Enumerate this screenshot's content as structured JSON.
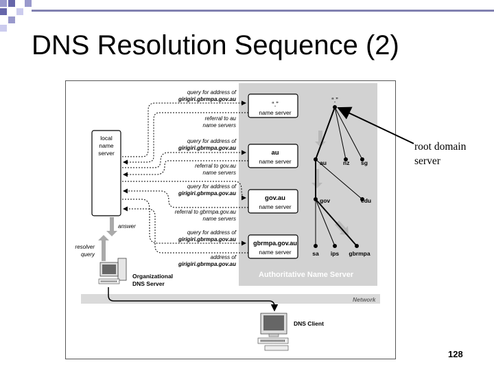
{
  "slide": {
    "title": "DNS Resolution Sequence (2)",
    "page_number": "128"
  },
  "callout": {
    "line1": "root domain",
    "line2": "server"
  },
  "diagram": {
    "local_server": {
      "line1": "local",
      "line2": "name",
      "line3": "server"
    },
    "servers": [
      {
        "line1": "“.”",
        "line2": "name server"
      },
      {
        "line1": "au",
        "line2": "name server"
      },
      {
        "line1": "gov.au",
        "line2": "name server"
      },
      {
        "line1": "gbrmpa.gov.au",
        "line2": "name server"
      }
    ],
    "messages": [
      {
        "line1": "query for address of",
        "line2": "girigiri.gbrmpa.gov.au"
      },
      {
        "line1": "referral to au",
        "line2": "name servers"
      },
      {
        "line1": "query for address of",
        "line2": "girigiri.gbrmpa.gov.au"
      },
      {
        "line1": "referral to gov.au",
        "line2": "name servers"
      },
      {
        "line1": "query for address of",
        "line2": "girigiri.gbrmpa.gov.au"
      },
      {
        "line1": "referral to gbrmpa.gov.au",
        "line2": "name servers"
      },
      {
        "line1": "query for address of",
        "line2": "girigiri.gbrmpa.gov.au"
      },
      {
        "line1": "address of",
        "line2": "girigiri.gbrmpa.gov.au"
      }
    ],
    "answer_label": "answer",
    "resolver_query": {
      "line1": "resolver",
      "line2": "query"
    },
    "org_server": {
      "line1": "Organizational",
      "line2": "DNS Server"
    },
    "authoritative_label": "Authoritative Name Server",
    "network_label": "Network",
    "dns_client_label": "DNS Client",
    "tree": {
      "root": "“.”",
      "level1": [
        "au",
        "nz",
        "sg"
      ],
      "level2": [
        "gov",
        "edu"
      ],
      "level3": [
        "sa",
        "ips",
        "gbrmpa"
      ]
    }
  }
}
